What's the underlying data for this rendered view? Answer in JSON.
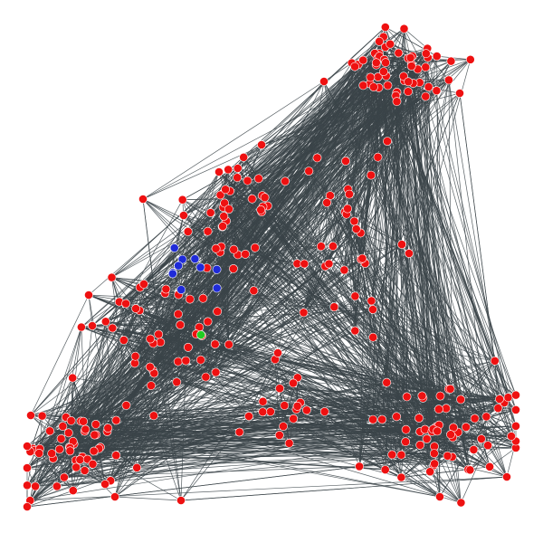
{
  "graph": {
    "type": "network",
    "colors": {
      "background": "#ffffff",
      "edge": "#3b4449",
      "node_default": "#ee1111",
      "node_highlight_a": "#1f2bd8",
      "node_highlight_b": "#22cc22"
    },
    "clusters": [
      {
        "id": "top",
        "size": 55,
        "color_key": "node_default"
      },
      {
        "id": "left-upper",
        "size": 40,
        "color_key": "node_default"
      },
      {
        "id": "left-middle",
        "size": 45,
        "color_key": "node_default"
      },
      {
        "id": "bottom-left",
        "size": 55,
        "color_key": "node_default"
      },
      {
        "id": "bottom-middle",
        "size": 18,
        "color_key": "node_default"
      },
      {
        "id": "bottom-right",
        "size": 60,
        "color_key": "node_default"
      },
      {
        "id": "center",
        "size": 30,
        "color_key": "node_default"
      },
      {
        "id": "blue-group",
        "size": 10,
        "color_key": "node_highlight_a"
      },
      {
        "id": "green-node",
        "size": 1,
        "color_key": "node_highlight_b"
      }
    ]
  }
}
